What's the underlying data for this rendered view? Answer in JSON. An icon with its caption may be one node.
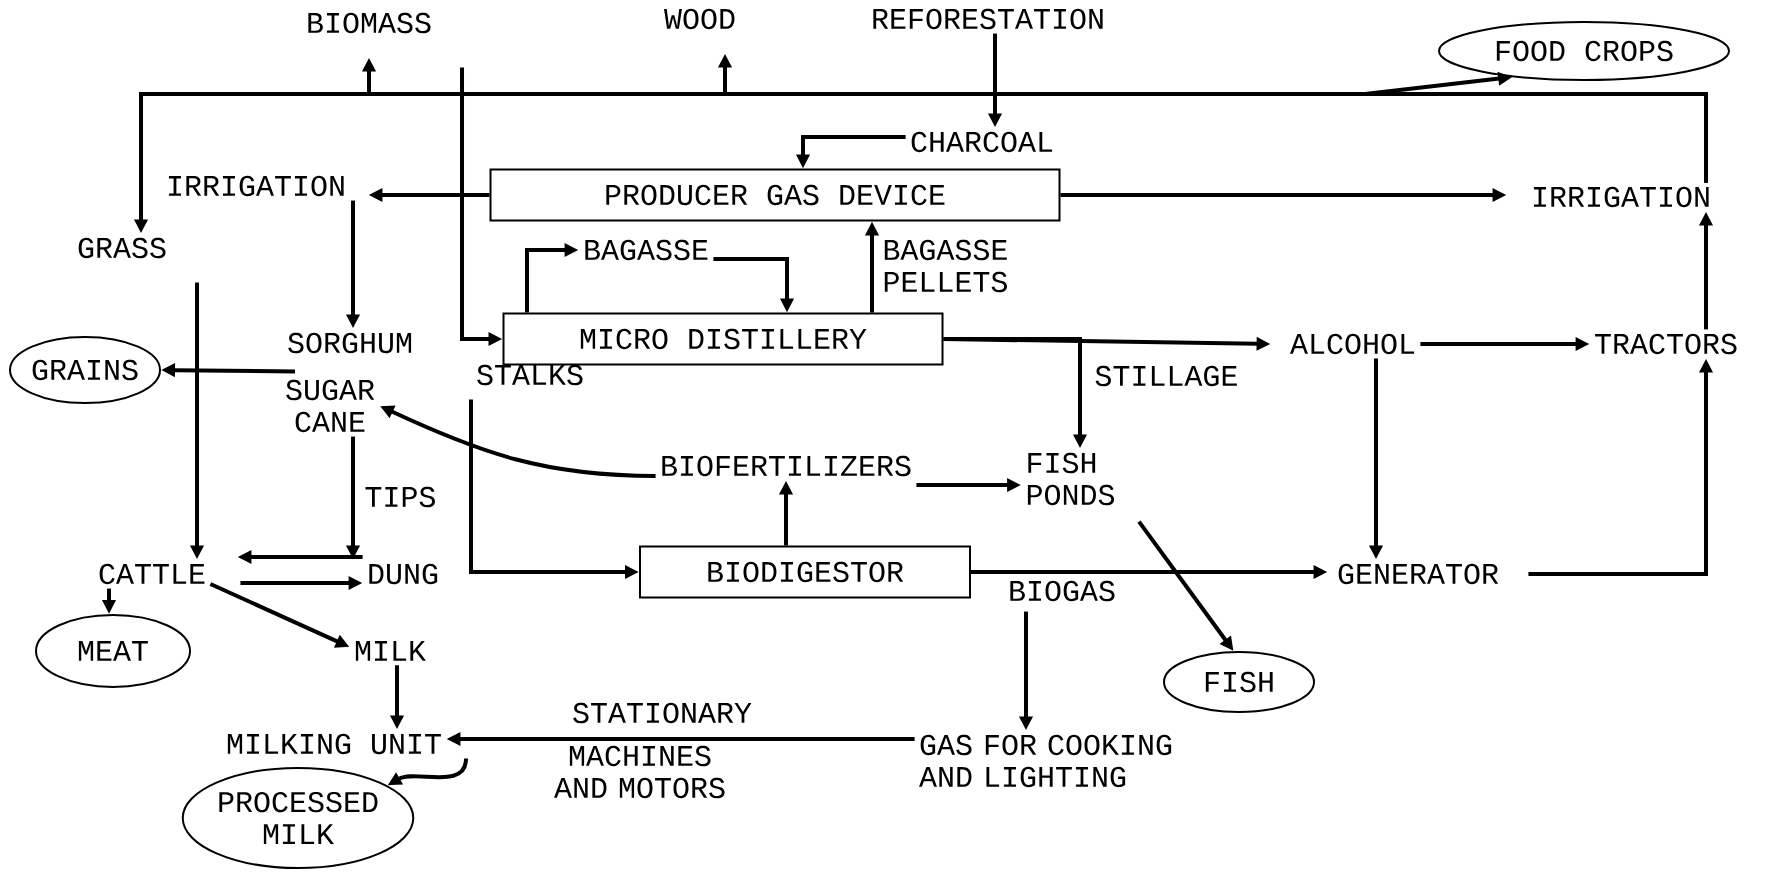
{
  "diagram": {
    "nodes": [
      {
        "text": [
          "BIOMASS"
        ]
      },
      {
        "text": [
          "WOOD"
        ]
      },
      {
        "text": [
          "REFORESTATION"
        ]
      },
      {
        "text": [
          "FOOD CROPS"
        ]
      },
      {
        "text": [
          "CHARCOAL"
        ]
      },
      {
        "text": [
          "IRRIGATION"
        ]
      },
      {
        "text": [
          "PRODUCER GAS DEVICE"
        ]
      },
      {
        "text": [
          "IRRIGATION"
        ]
      },
      {
        "text": [
          "GRASS"
        ]
      },
      {
        "text": [
          "BAGASSE"
        ]
      },
      {
        "text": [
          "SORGHUM"
        ]
      },
      {
        "text": [
          "MICRO DISTILLERY"
        ]
      },
      {
        "text": [
          "ALCOHOL"
        ]
      },
      {
        "text": [
          "TRACTORS"
        ]
      },
      {
        "text": [
          "GRAINS"
        ]
      },
      {
        "text": [
          "STALKS"
        ]
      },
      {
        "text": [
          "SUGAR CANE"
        ]
      },
      {
        "text": [
          "BIOFERTILIZERS"
        ]
      },
      {
        "text": [
          "FISH PONDS"
        ]
      },
      {
        "text": [
          "CATTLE"
        ]
      },
      {
        "text": [
          "DUNG"
        ]
      },
      {
        "text": [
          "BIODIGESTOR"
        ]
      },
      {
        "text": [
          "GENERATOR"
        ]
      },
      {
        "text": [
          "BIOGAS"
        ]
      },
      {
        "text": [
          "MEAT"
        ]
      },
      {
        "text": [
          "MILK"
        ]
      },
      {
        "text": [
          "FISH"
        ]
      },
      {
        "text": [
          "MILKING UNIT"
        ]
      },
      {
        "text": [
          "GAS FOR COOKING AND LIGHTING"
        ]
      },
      {
        "text": [
          "PROCESSED MILK"
        ]
      }
    ],
    "edges": [
      {
        "from": 7,
        "to": 8,
        "arrow": "to"
      },
      {
        "from": 7,
        "to": 0,
        "arrow": "to"
      },
      {
        "from": 7,
        "to": 1,
        "arrow": "to"
      },
      {
        "from": 7,
        "to": 3,
        "arrow": "to"
      },
      {
        "from": 2,
        "to": 4,
        "arrow": "to"
      },
      {
        "from": 4,
        "to": 6,
        "arrow": "to"
      },
      {
        "from": 6,
        "to": 5,
        "arrow": "to"
      },
      {
        "from": 6,
        "to": 7,
        "arrow": "to"
      },
      {
        "from": 5,
        "to": 10,
        "arrow": "to"
      },
      {
        "from": 0,
        "to": 11,
        "arrow": "to"
      },
      {
        "from": 11,
        "to": 9,
        "arrow": "to"
      },
      {
        "from": 9,
        "to": 11,
        "arrow": "to"
      },
      {
        "from": 11,
        "to": 6,
        "arrow": "to",
        "label": "BAGASSE PELLETS"
      },
      {
        "from": 11,
        "to": 12,
        "arrow": "to"
      },
      {
        "from": 11,
        "to": 18,
        "arrow": "to",
        "label": "STILLAGE"
      },
      {
        "from": 12,
        "to": 13,
        "arrow": "to"
      },
      {
        "from": 12,
        "to": 22,
        "arrow": "to"
      },
      {
        "from": 22,
        "to": 13,
        "arrow": "to"
      },
      {
        "from": 13,
        "to": 7,
        "arrow": "to"
      },
      {
        "from": 10,
        "to": 14,
        "arrow": "to"
      },
      {
        "from": 15,
        "to": 21,
        "arrow": "to"
      },
      {
        "from": 21,
        "to": 17,
        "arrow": "to"
      },
      {
        "from": 17,
        "to": 16,
        "arrow": "to"
      },
      {
        "from": 17,
        "to": 18,
        "arrow": "to"
      },
      {
        "from": 21,
        "to": 22,
        "arrow": "to"
      },
      {
        "from": 23,
        "to": 28,
        "arrow": "to"
      },
      {
        "from": 28,
        "to": 27,
        "arrow": "to",
        "label": "STATIONARY"
      },
      {
        "from": 18,
        "to": 26,
        "arrow": "to"
      },
      {
        "from": 16,
        "to": 20,
        "arrow": "to",
        "label": "TIPS"
      },
      {
        "from": 8,
        "to": 19,
        "arrow": "to"
      },
      {
        "from": 20,
        "to": 19,
        "arrow": "to"
      },
      {
        "from": 19,
        "to": 20,
        "arrow": "to"
      },
      {
        "from": 19,
        "to": 24,
        "arrow": "to"
      },
      {
        "from": 19,
        "to": 25,
        "arrow": "to"
      },
      {
        "from": 25,
        "to": 27,
        "arrow": "to"
      },
      {
        "from": 27,
        "to": 29,
        "arrow": "to"
      }
    ],
    "labels": [
      "MACHINES AND MOTORS"
    ]
  }
}
